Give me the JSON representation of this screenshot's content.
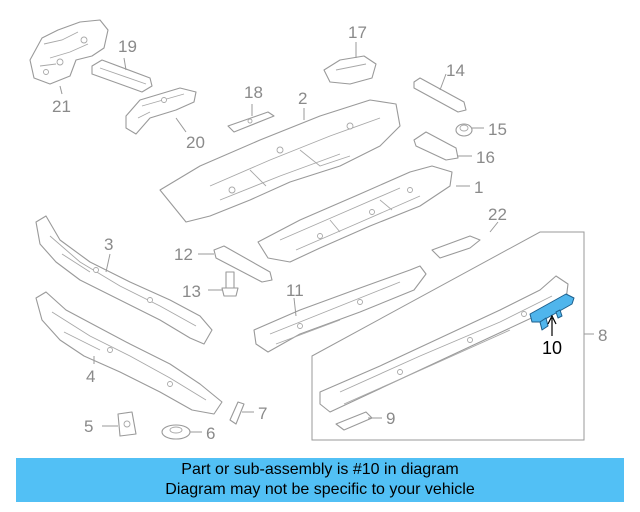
{
  "diagram": {
    "callouts": {
      "c1": "1",
      "c2": "2",
      "c3": "3",
      "c4": "4",
      "c5": "5",
      "c6": "6",
      "c7": "7",
      "c8": "8",
      "c9": "9",
      "c10": "10",
      "c11": "11",
      "c12": "12",
      "c13": "13",
      "c14": "14",
      "c15": "15",
      "c16": "16",
      "c17": "17",
      "c18": "18",
      "c19": "19",
      "c20": "20",
      "c21": "21",
      "c22": "22"
    },
    "highlighted_part": "10",
    "highlight_color": "#52c0f5"
  },
  "banner": {
    "line1": "Part or sub-assembly is #10 in diagram",
    "line2": "Diagram may not be specific to your vehicle",
    "background": "#52c0f5"
  }
}
